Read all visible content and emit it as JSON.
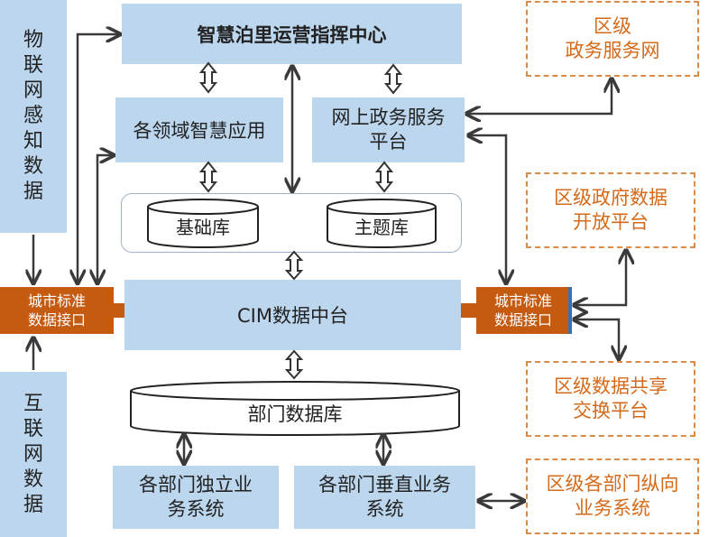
{
  "left": {
    "iot_data": "物\n联\n网\n感\n知\n数\n据",
    "internet_data": "互\n联\n网\n数\n据",
    "interface_label": "城市标准\n数据接口"
  },
  "top": {
    "command_center": "智慧泊里运营指挥中心",
    "domain_apps": "各领域智慧应用",
    "gov_service_platform": "网上政务服务\n平台"
  },
  "databases": {
    "base_db": "基础库",
    "topic_db": "主题库",
    "dept_db": "部门数据库"
  },
  "cim_platform": "CIM数据中台",
  "right": {
    "interface_label": "城市标准\n数据接口",
    "district_gov_network": "区级\n政务服务网",
    "district_open_data": "区级政府数据\n开放平台",
    "district_exchange": "区级数据共享\n交换平台",
    "district_vertical": "区级各部门纵向\n业务系统"
  },
  "bottom": {
    "independent_systems": "各部门独立业\n务系统",
    "vertical_systems": "各部门垂直业务\n系统"
  },
  "colors": {
    "blue_box": "#bcd6ee",
    "orange_solid": "#c55a11",
    "orange_dash": "#d98b4a",
    "arrow": "#3a3a3a"
  }
}
